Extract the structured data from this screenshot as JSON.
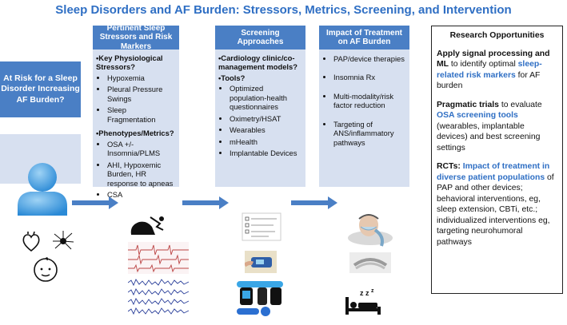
{
  "title": "Sleep Disorders and AF Burden: Stressors, Metrics, Screening, and Intervention",
  "risk_box": "At Risk for a Sleep Disorder Increasing AF Burden?",
  "stressors": {
    "header": "Pertinent Sleep Stressors and Risk Markers",
    "section1_title": "Key Physiological Stressors?",
    "section1_items": [
      "Hypoxemia",
      "Pleural Pressure Swings",
      "Sleep Fragmentation"
    ],
    "section2_title": "Phenotypes/Metrics?",
    "section2_items": [
      "OSA +/- Insomnia/PLMS",
      "AHI, Hypoxemic Burden, HR response to apneas",
      "CSA"
    ]
  },
  "screening": {
    "header": "Screening Approaches",
    "section1_title": "Cardiology clinic/co-management models?",
    "section2_title": "Tools?",
    "items": [
      "Optimized population-health questionnaires",
      "Oximetry/HSAT",
      "Wearables",
      "mHealth",
      "Implantable Devices"
    ]
  },
  "impact": {
    "header": "Impact of Treatment on AF Burden",
    "items": [
      "PAP/device therapies",
      "Insomnia Rx",
      "Multi-modality/risk factor reduction",
      "Targeting of ANS/inflammatory pathways"
    ]
  },
  "research": {
    "header": "Research Opportunities",
    "p1_a": "Apply signal processing and ML",
    "p1_b": "to identify optimal",
    "p1_c": "sleep-related risk markers",
    "p1_d": "for AF burden",
    "p2_a": "Pragmatic trials",
    "p2_b": "to evaluate",
    "p2_c": "OSA screening tools",
    "p2_d": "(wearables, implantable devices) and best screening settings",
    "p3_a": "RCTs:",
    "p3_b": "Impact of treatment in diverse patient populations",
    "p3_c": "of PAP and other devices; behavioral interventions, eg, sleep extension, CBTi, etc.; individualized interventions eg, targeting neurohumoral pathways"
  },
  "colors": {
    "accent": "#4a7fc5",
    "panel": "#d7e0f0",
    "title": "#2f6fc4"
  },
  "icons": [
    "person-icon",
    "heart-icon",
    "neuron-icon",
    "baby-icon",
    "lungs-icon",
    "ecg-trace-icon",
    "eeg-trace-icon",
    "questionnaire-icon",
    "oximeter-icon",
    "wearables-icon",
    "cpap-mask-icon",
    "oral-appliance-icon",
    "sleeping-bed-icon"
  ]
}
